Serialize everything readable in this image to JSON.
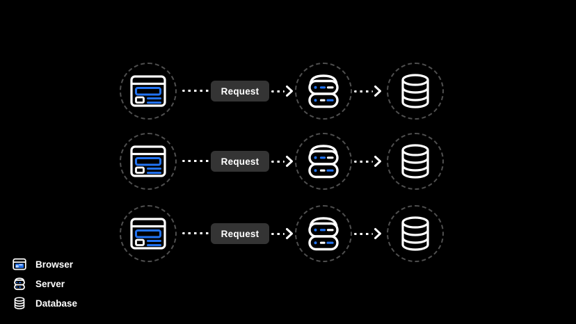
{
  "colors": {
    "background": "#000000",
    "accent_blue": "#2273f2",
    "icon_stroke": "#ffffff",
    "dashed_circle": "#4f4f4f",
    "request_box_bg": "#343434",
    "request_box_text": "#ffffff"
  },
  "rows": [
    {
      "request_label": "Request",
      "source_icon": "browser-icon",
      "middle_icon": "server-icon",
      "target_icon": "database-icon"
    },
    {
      "request_label": "Request",
      "source_icon": "browser-icon",
      "middle_icon": "server-icon",
      "target_icon": "database-icon"
    },
    {
      "request_label": "Request",
      "source_icon": "browser-icon",
      "middle_icon": "server-icon",
      "target_icon": "database-icon"
    }
  ],
  "legend": {
    "items": [
      {
        "icon": "browser-icon",
        "label": "Browser"
      },
      {
        "icon": "server-icon",
        "label": "Server"
      },
      {
        "icon": "database-icon",
        "label": "Database"
      }
    ]
  }
}
